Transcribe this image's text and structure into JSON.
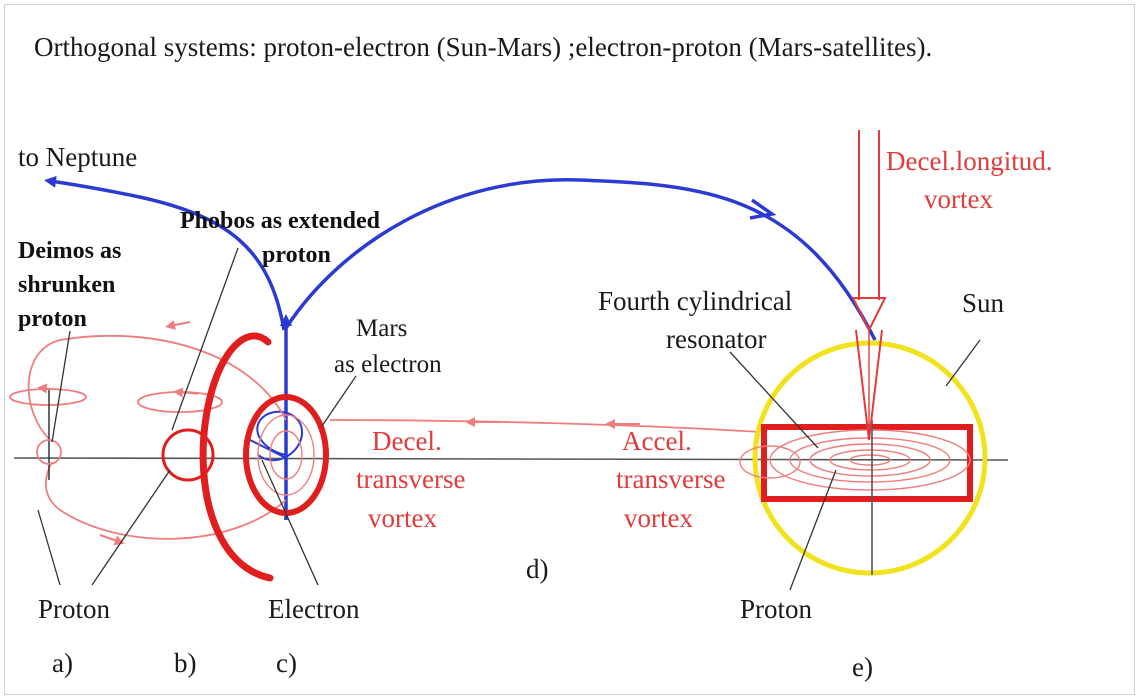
{
  "title": "Orthogonal systems: proton-electron (Sun-Mars) ;electron-proton (Mars-satellites).",
  "labels": {
    "to_neptune": "to Neptune",
    "phobos_line1": "Phobos as extended",
    "phobos_line2": "proton",
    "deimos_line1": "Deimos as",
    "deimos_line2": "shrunken",
    "deimos_line3": "proton",
    "mars_line1": "Mars",
    "mars_line2": "as electron",
    "decel_transverse_line1": "Decel.",
    "decel_transverse_line2": "transverse",
    "decel_transverse_line3": "vortex",
    "accel_transverse_line1": "Accel.",
    "accel_transverse_line2": "transverse",
    "accel_transverse_line3": "vortex",
    "decel_longitud_line1": "Decel.longitud.",
    "decel_longitud_line2": "vortex",
    "fourth_line1": "Fourth  cylindrical",
    "fourth_line2": "resonator",
    "sun": "Sun",
    "proton_left": "Proton",
    "electron": "Electron",
    "proton_right": "Proton",
    "letter_a": "a)",
    "letter_b": "b)",
    "letter_c": "c)",
    "letter_d": "d)",
    "letter_e": "e)"
  },
  "colors": {
    "blue": "#2b3bd1",
    "red": "#e23b3b",
    "light_red": "#ef7d7d",
    "yellow": "#f1e21c",
    "axis": "#555555",
    "text": "#1a1a1a"
  }
}
